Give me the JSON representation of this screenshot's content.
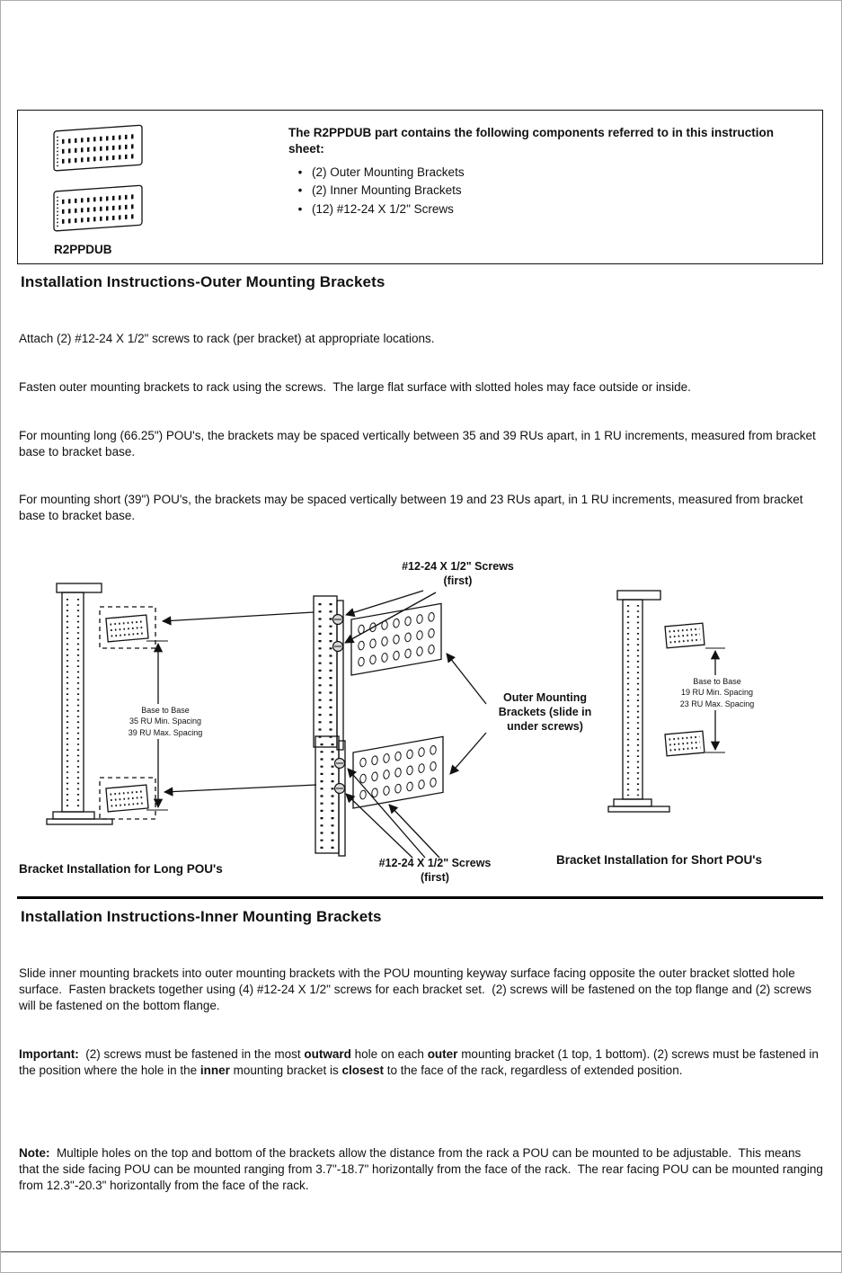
{
  "header_box": {
    "part_label": "R2PPDUB",
    "intro": "The R2PPDUB part contains the following components referred to in this instruction sheet:",
    "bullet": "•",
    "components": [
      "(2) Outer Mounting Brackets",
      "(2) Inner Mounting Brackets",
      "(12) #12-24 X 1/2\" Screws"
    ]
  },
  "outer_section": {
    "heading": "Installation Instructions-Outer Mounting Brackets",
    "lines": [
      "Attach (2) #12-24 X 1/2\" screws to rack (per bracket) at appropriate locations.",
      "Fasten outer mounting brackets to rack using the screws.  The large flat surface with slotted holes may face outside or inside.",
      "For mounting long (66.25\") POU's, the brackets may be spaced vertically between 35 and 39 RUs apart, in 1 RU increments, measured from bracket base to bracket base.",
      "For mounting short (39\") POU's, the brackets may be spaced vertically between 19 and 23 RUs apart, in 1 RU increments, measured from bracket base to bracket base."
    ]
  },
  "diagram": {
    "screws_top_label": "#12-24 X 1/2\" Screws\n(first)",
    "screws_bottom_label": "#12-24 X 1/2\" Screws\n(first)",
    "outer_brackets_label": "Outer Mounting\nBrackets (slide in\nunder screws)",
    "long_spacing_label": "Base to Base\n35 RU Min. Spacing\n39 RU Max. Spacing",
    "short_spacing_label": "Base to Base\n19 RU Min. Spacing\n23 RU Max. Spacing",
    "long_caption": "Bracket Installation for Long POU's",
    "short_caption": "Bracket Installation for Short POU's"
  },
  "inner_section": {
    "heading": "Installation Instructions-Inner Mounting Brackets",
    "p1": "Slide inner mounting brackets into outer mounting brackets with the POU mounting keyway surface facing opposite the outer bracket slotted hole surface.  Fasten brackets together using (4) #12-24 X 1/2\" screws for each bracket set.  (2) screws will be fastened on the top flange and (2) screws will be fastened on the bottom flange.",
    "p2": [
      {
        "t": "Important:",
        "b": true
      },
      {
        "t": "  (2) screws must be fastened in the most ",
        "b": false
      },
      {
        "t": "outward",
        "b": true
      },
      {
        "t": " hole on each ",
        "b": false
      },
      {
        "t": "outer",
        "b": true
      },
      {
        "t": " mounting bracket (1 top, 1 bottom). (2) screws must be fastened in the position where the hole in the ",
        "b": false
      },
      {
        "t": "inner",
        "b": true
      },
      {
        "t": " mounting bracket is ",
        "b": false
      },
      {
        "t": "closest",
        "b": true
      },
      {
        "t": " to the face of the rack, regardless of extended position.",
        "b": false
      }
    ]
  },
  "note_section": {
    "segments": [
      {
        "t": "Note:",
        "b": true
      },
      {
        "t": "  Multiple holes on the top and bottom of the brackets allow the distance from the rack a POU can be mounted to be adjustable.  This means that the side facing POU can be mounted ranging from 3.7\"-18.7\" horizontally from the face of the rack.  The rear facing POU can be mounted ranging from 12.3\"-20.3\" horizontally from the face of the rack.",
        "b": false
      }
    ]
  }
}
